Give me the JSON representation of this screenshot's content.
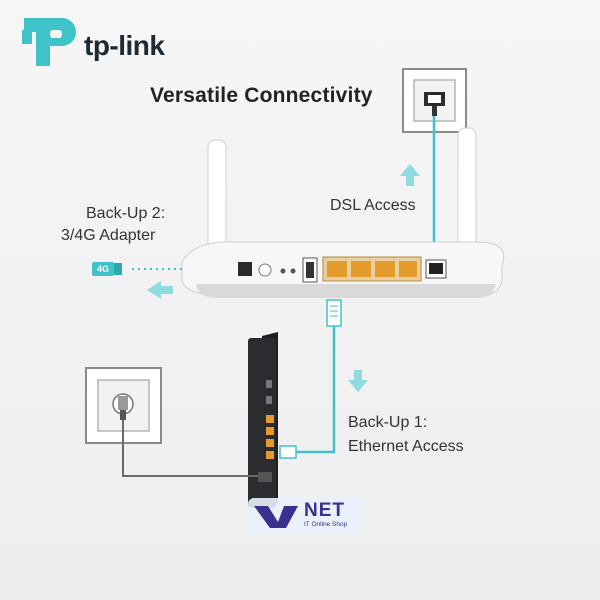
{
  "brand": {
    "name": "tp-link",
    "accent_color": "#3ec3c9"
  },
  "title": "Versatile Connectivity",
  "labels": {
    "dsl_access": "DSL Access",
    "backup2_line1": "Back-Up 2:",
    "backup2_line2": "3/4G Adapter",
    "backup1_line1": "Back-Up 1:",
    "backup1_line2": "Ethernet Access",
    "adapter_badge": "4G"
  },
  "watermark": {
    "main": "NET",
    "sub": "IT Online Shop"
  },
  "icons": [
    "tp-link-logo-icon",
    "wall-phone-jack-icon",
    "wall-ethernet-outlet-icon",
    "router-icon",
    "modem-icon",
    "ethernet-plug-icon",
    "rj11-plug-icon",
    "usb-adapter-icon",
    "arrow-up-icon",
    "arrow-down-icon",
    "arrow-left-icon"
  ]
}
